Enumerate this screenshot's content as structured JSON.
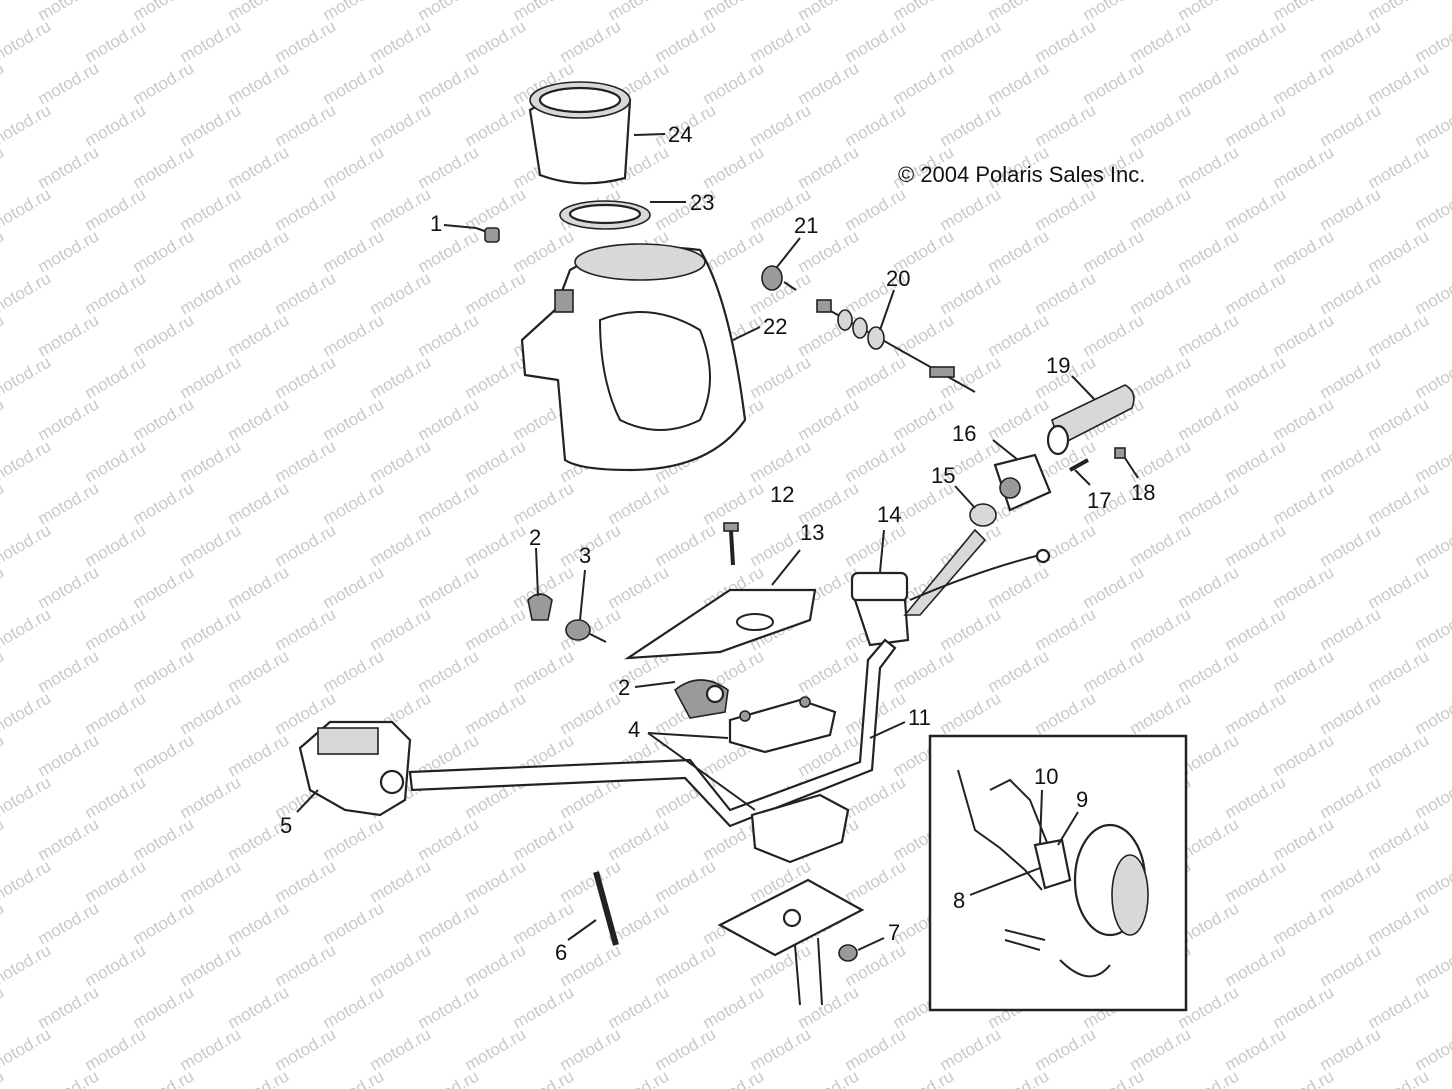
{
  "copyright": "© 2004 Polaris Sales Inc.",
  "watermark": "motod.ru",
  "callouts": [
    "1",
    "2",
    "3",
    "2",
    "4",
    "5",
    "6",
    "7",
    "8",
    "9",
    "10",
    "11",
    "12",
    "13",
    "14",
    "15",
    "16",
    "17",
    "18",
    "19",
    "20",
    "21",
    "22",
    "23",
    "24"
  ],
  "colors": {
    "line": "#222222",
    "watermark": "#c9c9c9",
    "background": "#ffffff"
  }
}
